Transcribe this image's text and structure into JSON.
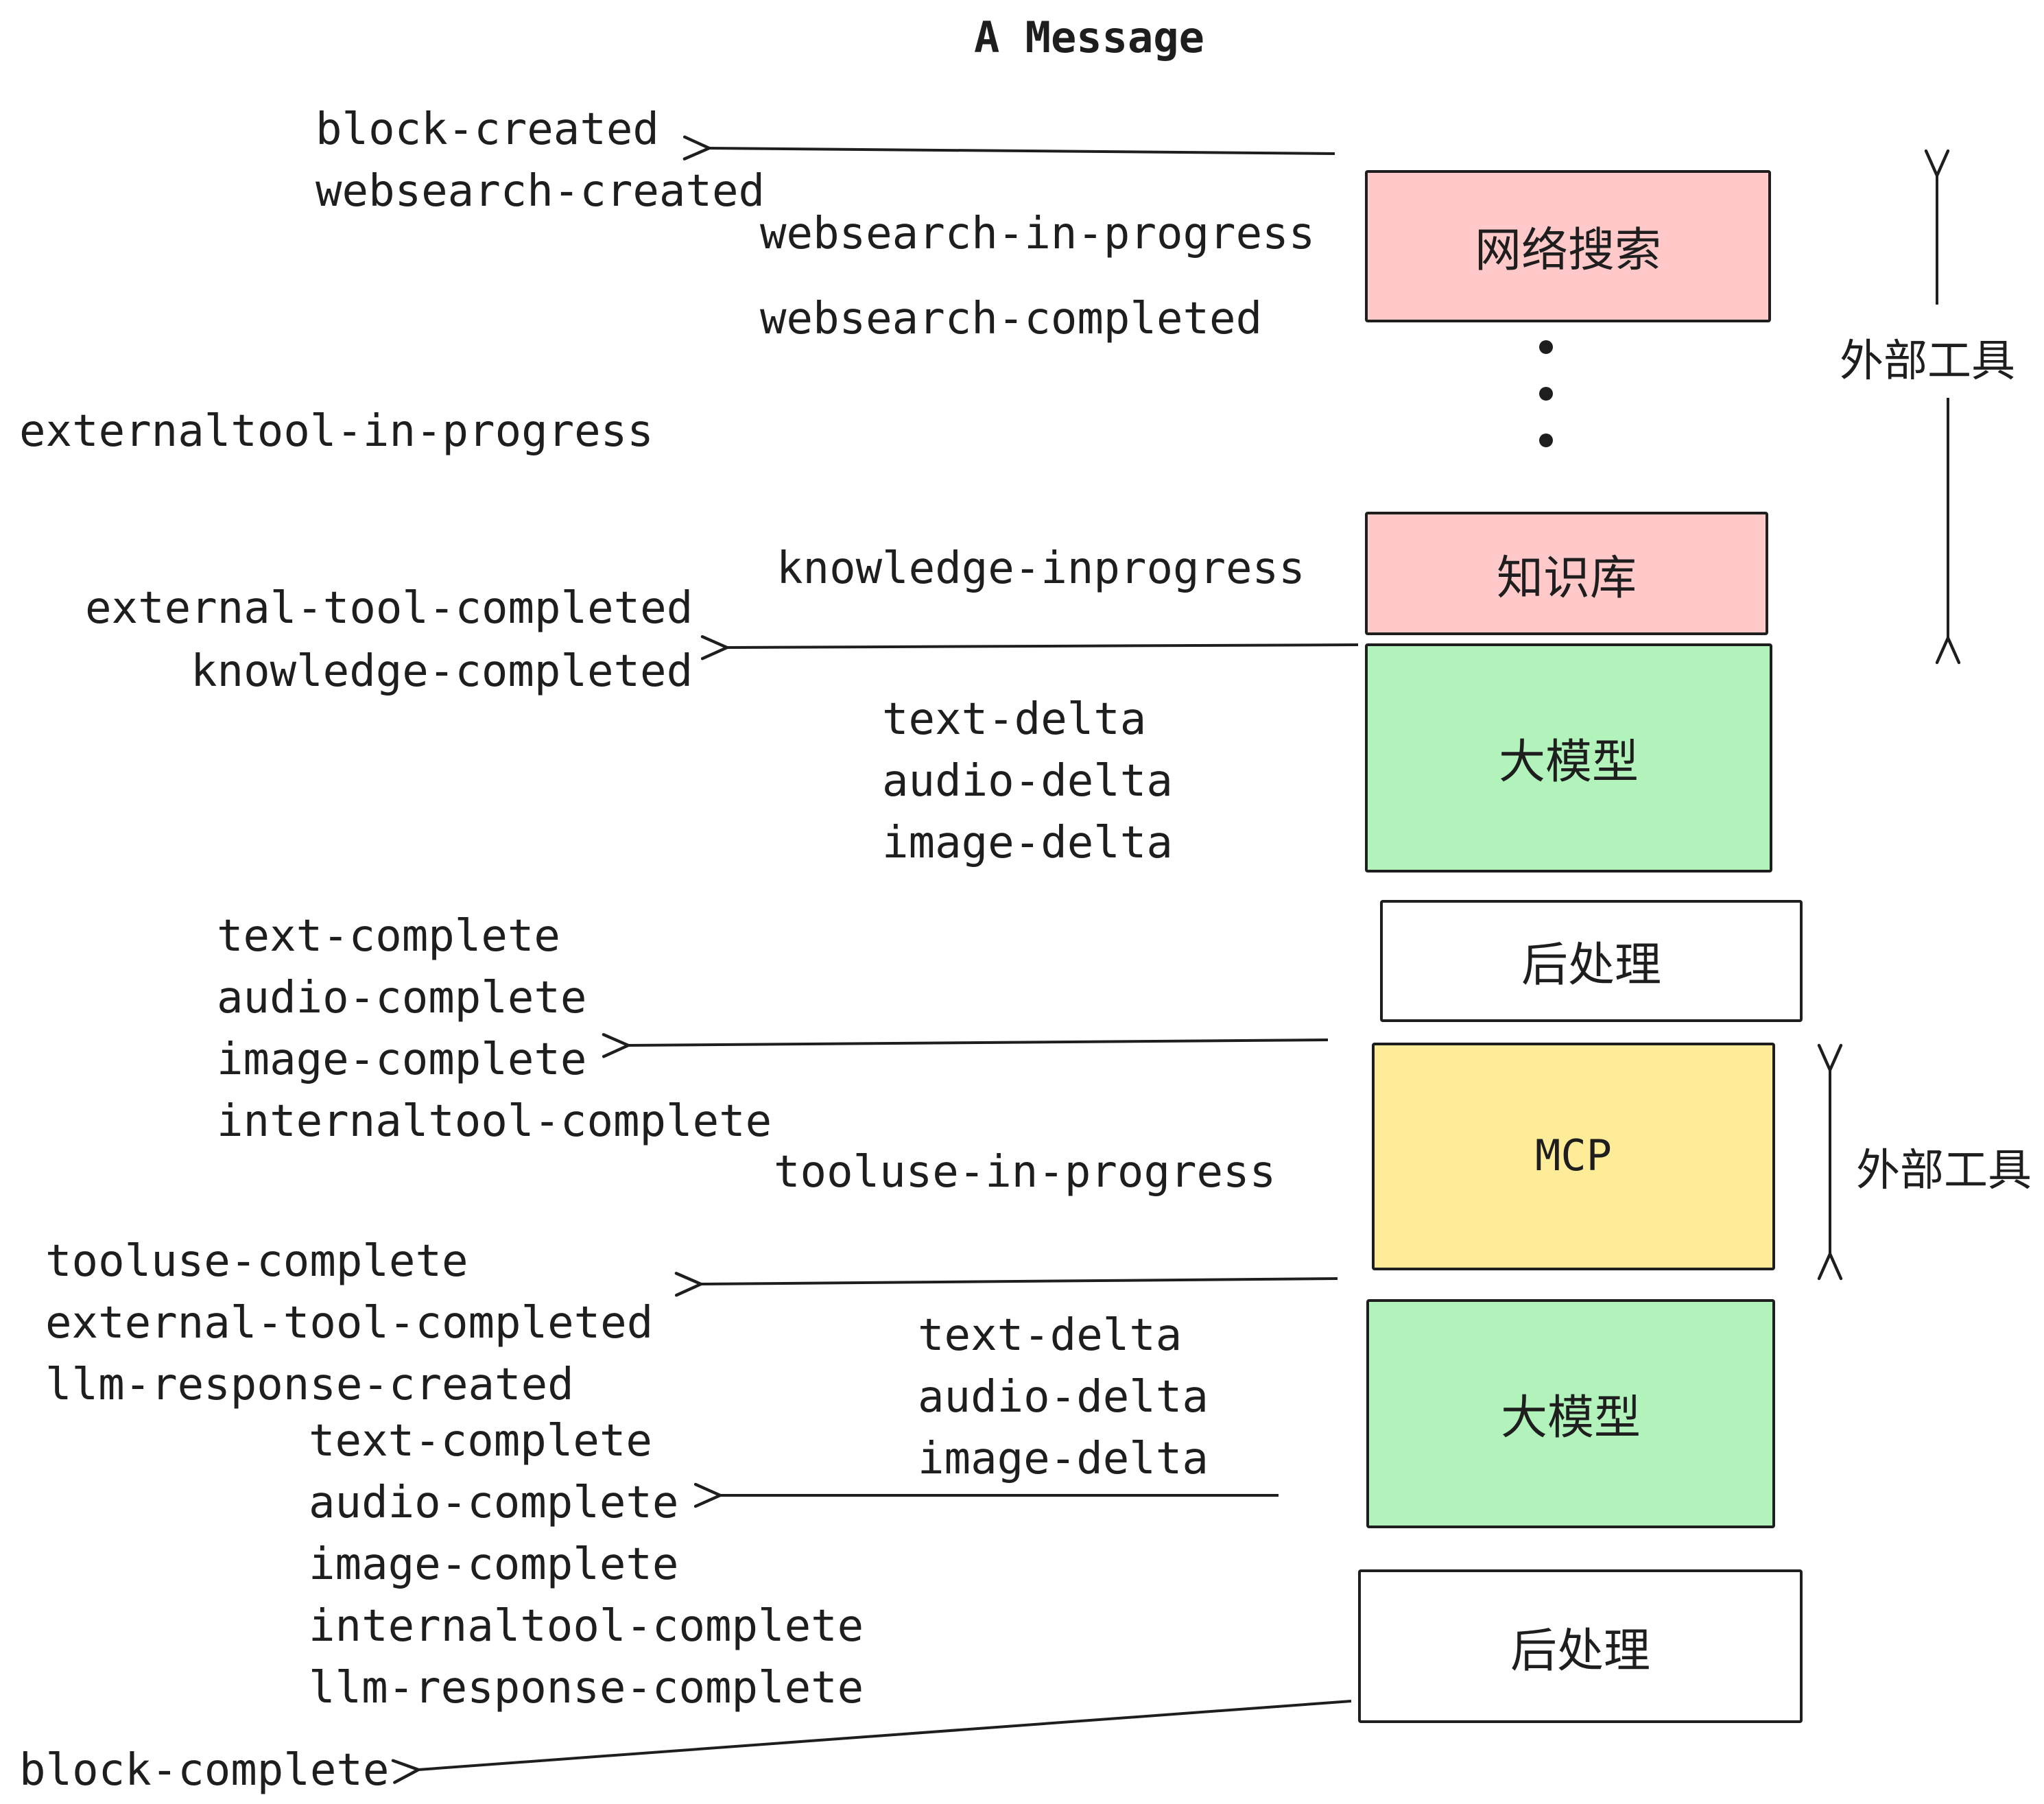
{
  "title": "A Message",
  "colors": {
    "box_pink": "#ffc9c9",
    "box_green": "#b2f2bb",
    "box_yellow": "#ffec99",
    "box_white": "#ffffff",
    "stroke": "#1e1e1e"
  },
  "icons": {
    "vertical_ellipsis": "css-dots (⋮)"
  },
  "boxes": [
    {
      "label": "网络搜索",
      "fill": "#ffc9c9"
    },
    {
      "label": "知识库",
      "fill": "#ffc9c9"
    },
    {
      "label": "大模型",
      "fill": "#b2f2bb"
    },
    {
      "label": "后处理",
      "fill": "#ffffff"
    },
    {
      "label": "MCP",
      "fill": "#ffec99"
    },
    {
      "label": "大模型",
      "fill": "#b2f2bb"
    },
    {
      "label": "后处理",
      "fill": "#ffffff"
    }
  ],
  "side_labels": [
    {
      "label": "外部工具"
    },
    {
      "label": "外部工具"
    }
  ],
  "event_groups": [
    {
      "lines": [
        "block-created",
        "websearch-created"
      ]
    },
    {
      "lines": [
        "websearch-in-progress"
      ]
    },
    {
      "lines": [
        "websearch-completed"
      ]
    },
    {
      "lines": [
        "externaltool-in-progress"
      ]
    },
    {
      "lines": [
        "knowledge-inprogress"
      ]
    },
    {
      "lines": [
        "external-tool-completed"
      ]
    },
    {
      "lines": [
        "knowledge-completed"
      ]
    },
    {
      "lines": [
        "text-delta",
        "audio-delta",
        "image-delta"
      ]
    },
    {
      "lines": [
        "text-complete",
        "audio-complete",
        "image-complete",
        "internaltool-complete"
      ]
    },
    {
      "lines": [
        "tooluse-in-progress"
      ]
    },
    {
      "lines": [
        "tooluse-complete",
        "external-tool-completed",
        "llm-response-created"
      ]
    },
    {
      "lines": [
        "text-delta",
        "audio-delta",
        "image-delta"
      ]
    },
    {
      "lines": [
        "text-complete",
        "audio-complete",
        "image-complete",
        "internaltool-complete",
        "llm-response-complete"
      ]
    },
    {
      "lines": [
        "block-complete"
      ]
    }
  ]
}
